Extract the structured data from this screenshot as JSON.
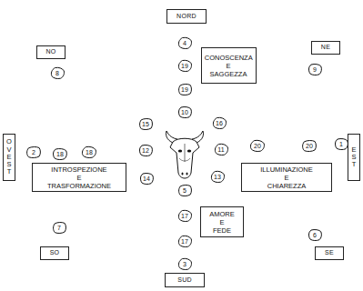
{
  "diagram": {
    "nodes": [
      {
        "text": [
          "NORD"
        ]
      },
      {
        "text": [
          "4"
        ]
      },
      {
        "text": [
          "NE"
        ]
      },
      {
        "text": [
          "NO"
        ]
      },
      {
        "text": [
          "19"
        ]
      },
      {
        "text": [
          "CONOSCENZA E SAGGEZZA"
        ]
      },
      {
        "text": [
          "9"
        ]
      },
      {
        "text": [
          "8"
        ]
      },
      {
        "text": [
          "19"
        ]
      },
      {
        "text": [
          "10"
        ]
      },
      {
        "text": [
          "16"
        ]
      },
      {
        "text": [
          "15"
        ]
      },
      {
        "text": [
          "1"
        ]
      },
      {
        "text": [
          "20"
        ]
      },
      {
        "text": [
          "20"
        ]
      },
      {
        "text": [
          "12"
        ]
      },
      {
        "text": [
          "11"
        ]
      },
      {
        "text": [
          "2"
        ]
      },
      {
        "text": [
          "18"
        ]
      },
      {
        "text": [
          "18"
        ]
      },
      {
        "text": [
          "OVEST"
        ]
      },
      {
        "text": [
          "EST"
        ]
      },
      {
        "text": [
          "INTROSPEZIONE E TRASFORMAZIONE"
        ]
      },
      {
        "text": [
          "ILLUMINAZIONE E CHIAREZZA"
        ]
      },
      {
        "text": [
          "14"
        ]
      },
      {
        "text": [
          "13"
        ]
      },
      {
        "text": [
          "5"
        ]
      },
      {
        "text": [
          "AMORE E FEDE"
        ]
      },
      {
        "text": [
          "17"
        ]
      },
      {
        "text": [
          "7"
        ]
      },
      {
        "text": [
          "6"
        ]
      },
      {
        "text": [
          "17"
        ]
      },
      {
        "text": [
          "SO"
        ]
      },
      {
        "text": [
          "SE"
        ]
      },
      {
        "text": [
          "3"
        ]
      },
      {
        "text": [
          "SUD"
        ]
      }
    ]
  }
}
